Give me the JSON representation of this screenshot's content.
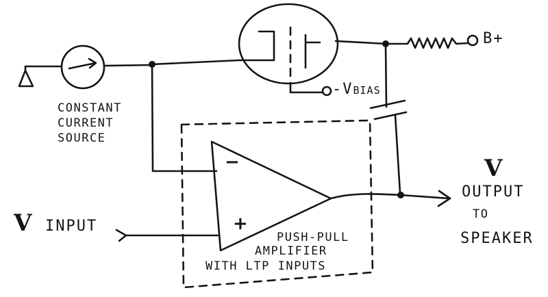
{
  "labels": {
    "supply": "B+",
    "bias": "-V",
    "bias_sub": "BIAS",
    "current_source": [
      "CONSTANT",
      "CURRENT",
      "SOURCE"
    ],
    "input_v": "V",
    "input_text": "INPUT",
    "output_v": "V",
    "output_lines": [
      "OUTPUT",
      "TO",
      "SPEAKER"
    ],
    "amp_lines": [
      "PUSH-PULL",
      "AMPLIFIER",
      "WITH LTP INPUTS"
    ],
    "minus": "−",
    "plus": "+"
  }
}
